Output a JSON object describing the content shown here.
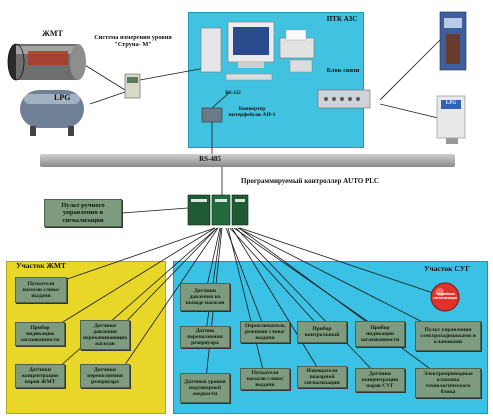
{
  "top": {
    "zhmt_label": "ЖМТ",
    "lpg_label": "LPG",
    "level_system_label": "Система измерения уровня \"Струна- М\"",
    "ptk_title": "ПТК АЗС",
    "rs232_label": "RS-232",
    "converter_label": "Конвертер интерфейсов АИ-1",
    "comm_block_label": "Блок связи",
    "dispenser_lpg_label": "LPG"
  },
  "bus": {
    "label": "RS-485"
  },
  "controller": {
    "title": "Программируемый контроллер AUTO PLC",
    "manual_panel_label": "Пульт ручного управления и сигнализации"
  },
  "zhmt_section": {
    "title": "Участок ЖМТ",
    "boxes": [
      "Пускатели насосов слива/выдачи",
      "Прибор индикации загазованности",
      "Датчики давления перекачивающих насосов",
      "Датчики концентрации паров ЖМТ",
      "Датчики переполнения резервуара"
    ]
  },
  "sug_section": {
    "title": "Участок СУГ",
    "alarm_label": "Аварийная сигнализация",
    "boxes": [
      "Датчики давления на выходе насосов",
      "Датчик переполнения резервуара",
      "Датчики уровня подтоварной жидкости",
      "Переключатель режимов слива/выдачи",
      "Пускатели насосов слива/выдачи",
      "Прибор контрольный",
      "Извещатели пожарной сигнализации",
      "Прибор индикации загазованности",
      "Датчики концентрации паров СУГ",
      "Пульт управления электрозадвижками и клапанами",
      "Электроприводные клапаны технологического блока"
    ]
  }
}
